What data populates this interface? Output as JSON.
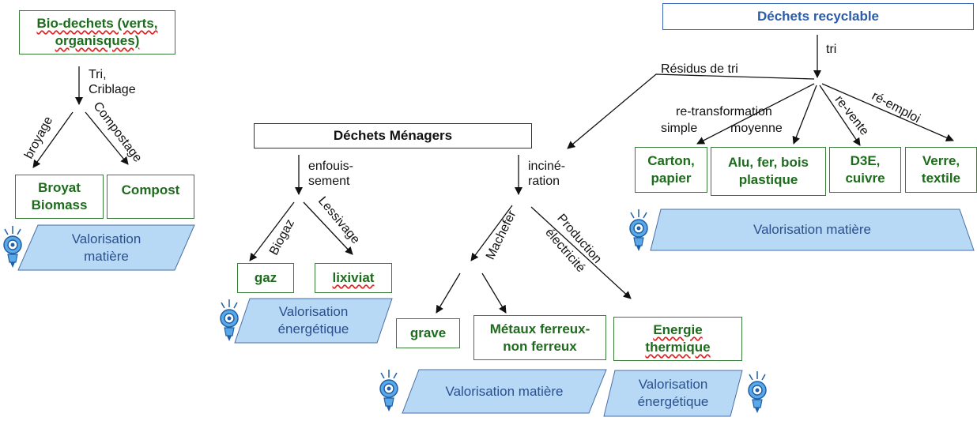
{
  "headers": {
    "bio": "Bio-dechets (verts,\norganisques)",
    "menagers": "Déchets Ménagers",
    "recyclable": "Déchets recyclable"
  },
  "products": {
    "broyat": "Broyat\nBiomass",
    "compost": "Compost",
    "gaz": "gaz",
    "lixiviat": "lixiviat",
    "grave": "grave",
    "metaux": "Métaux ferreux-\nnon ferreux",
    "energie": "Energie\nthermique",
    "carton": "Carton,\npapier",
    "alu": "Alu, fer, bois\nplastique",
    "d3e": "D3E,\ncuivre",
    "verre": "Verre,\ntextile"
  },
  "valorisation": {
    "bio": "Valorisation\nmatière",
    "menagers_energy": "Valorisation\nénergétique",
    "incineration_matiere": "Valorisation matière",
    "incineration_energy": "Valorisation\nénergétique",
    "recyclable": "Valorisation matière"
  },
  "edge_labels": {
    "tri_criblage": "Tri,\nCriblage",
    "broyage": "broyage",
    "compostage": "Compostage",
    "enfouissement": "enfouis-\nsement",
    "biogaz": "Biogaz",
    "lessivage": "Lessivage",
    "incineration": "inciné-\nration",
    "machefer": "Machefer",
    "production": "Production",
    "electricite": "électricité",
    "tri": "tri",
    "residus": "Résidus de tri",
    "retransformation": "re-transformation",
    "simple": "simple",
    "moyenne": "moyenne",
    "revente": "re-vente",
    "reemploi": "ré-emploi"
  },
  "colors": {
    "box_border": "#3a7a3a",
    "box_text": "#1e6b1e",
    "para_fill": "#b7d9f5",
    "para_border": "#4a6fa5",
    "para_text": "#2a4f8f",
    "recyclable_border": "#3a66b8",
    "arrow": "#111111"
  },
  "icons": [
    "bulb-icon"
  ]
}
